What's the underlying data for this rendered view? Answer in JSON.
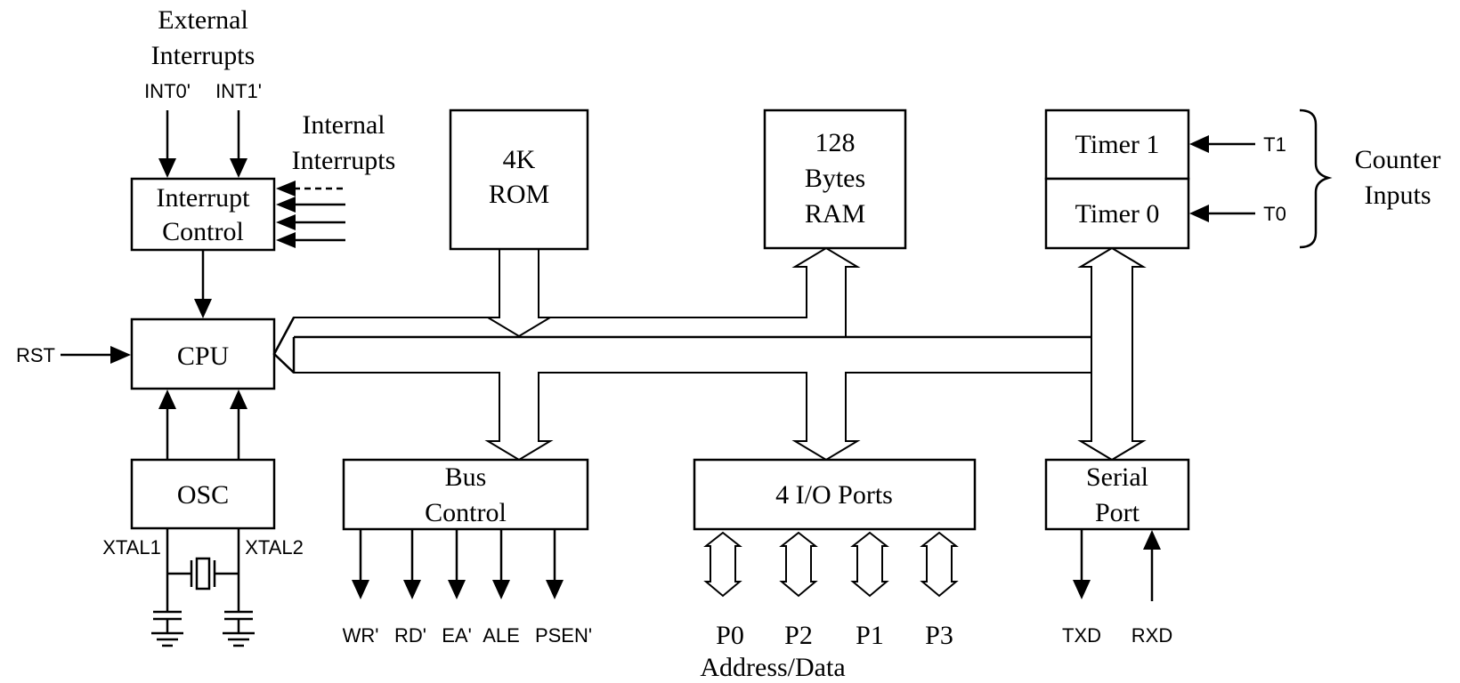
{
  "external_interrupts": {
    "line1": "External",
    "line2": "Interrupts",
    "int0": "INT0'",
    "int1": "INT1'"
  },
  "internal_interrupts": {
    "line1": "Internal",
    "line2": "Interrupts"
  },
  "interrupt_control": {
    "line1": "Interrupt",
    "line2": "Control"
  },
  "rom": {
    "line1": "4K",
    "line2": "ROM"
  },
  "ram": {
    "line1": "128",
    "line2": "Bytes",
    "line3": "RAM"
  },
  "timer1": "Timer 1",
  "timer0": "Timer 0",
  "t1": "T1",
  "t0": "T0",
  "counter_inputs": {
    "line1": "Counter",
    "line2": "Inputs"
  },
  "cpu": "CPU",
  "rst": "RST",
  "osc": "OSC",
  "xtal1": "XTAL1",
  "xtal2": "XTAL2",
  "bus_control": {
    "line1": "Bus",
    "line2": "Control"
  },
  "bus_signals": [
    "WR'",
    "RD'",
    "EA'",
    "ALE",
    "PSEN'"
  ],
  "io_ports": "4 I/O Ports",
  "ports": [
    "P0",
    "P2",
    "P1",
    "P3"
  ],
  "address_data": "Address/Data",
  "serial_port": {
    "line1": "Serial",
    "line2": "Port"
  },
  "txd": "TXD",
  "rxd": "RXD"
}
